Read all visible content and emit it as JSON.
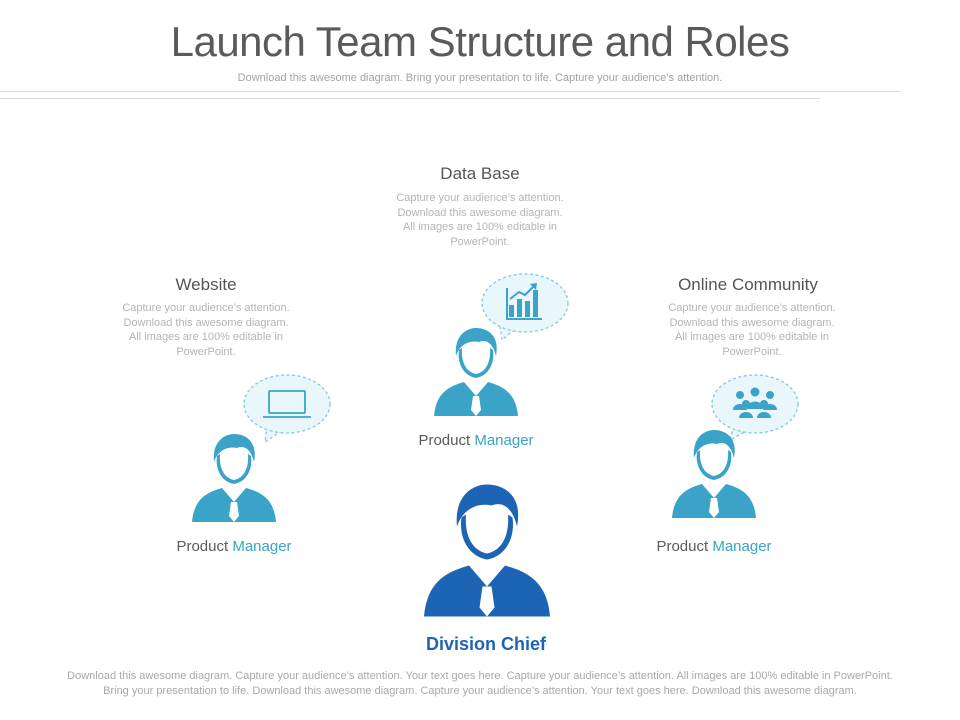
{
  "title": "Launch Team Structure and Roles",
  "subtitle": "Download this awesome diagram. Bring your presentation to life. Capture your audience’s attention.",
  "colors": {
    "accent": "#3aa3c7",
    "chief": "#1e64b4",
    "bubble_fill": "#e9f6fb",
    "bubble_border": "#7fcbe3"
  },
  "nodes": {
    "left": {
      "heading": "Website",
      "desc_lines": [
        "Capture your audience’s attention.",
        "Download this awesome diagram.",
        "All images are 100% editable in",
        "PowerPoint."
      ],
      "role_prefix": "Product ",
      "role_accent": "Manager",
      "icon": "laptop-icon"
    },
    "center": {
      "heading": "Data Base",
      "desc_lines": [
        "Capture your audience’s attention.",
        "Download this awesome diagram.",
        "All images are 100% editable in",
        "PowerPoint."
      ],
      "role_prefix": "Product ",
      "role_accent": "Manager",
      "icon": "bar-chart-icon"
    },
    "right": {
      "heading": "Online Community",
      "desc_lines": [
        "Capture your audience’s attention.",
        "Download this awesome diagram.",
        "All images are 100% editable in",
        "PowerPoint."
      ],
      "role_prefix": "Product ",
      "role_accent": "Manager",
      "icon": "group-icon"
    }
  },
  "chief": {
    "label": "Division Chief"
  },
  "footer_lines": [
    "Download this awesome diagram. Capture your audience’s attention. Your text goes here. Capture your audience’s attention. All images are 100% editable in PowerPoint.",
    "Bring your presentation to life. Download this awesome diagram. Capture your audience’s attention. Your text goes here. Download this awesome diagram."
  ]
}
